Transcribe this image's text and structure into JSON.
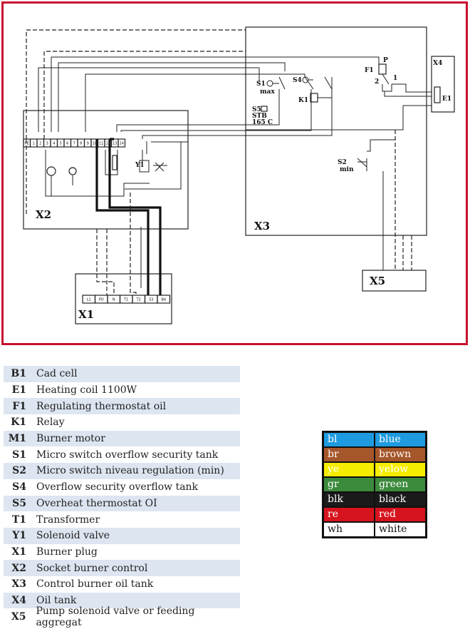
{
  "diagram": {
    "labels": {
      "X1": "X1",
      "X2": "X2",
      "X3": "X3",
      "X4": "X4",
      "X5": "X5",
      "E1": "E1",
      "F1": "F1",
      "P": "P",
      "F1_1": "1",
      "F1_2": "2",
      "S1": "S1",
      "S1_sub": "max",
      "S4": "S4",
      "K1": "K1",
      "S5": "S5",
      "S5_sub1": "STB",
      "S5_sub2": "165 C",
      "S2": "S2",
      "S2_sub": "min",
      "Y1": "Y1"
    },
    "terminals_x2": [
      "PE",
      "1",
      "2",
      "3",
      "4",
      "5",
      "6",
      "7",
      "8",
      "9",
      "10",
      "11",
      "12",
      "13",
      "14"
    ],
    "terminals_x1": [
      "L1",
      "PO",
      "N",
      "T1",
      "T2",
      "S3",
      "B4"
    ]
  },
  "legend": [
    {
      "code": "B1",
      "text": "Cad cell"
    },
    {
      "code": "E1",
      "text": "Heating coil 1100W"
    },
    {
      "code": "F1",
      "text": "Regulating thermostat oil"
    },
    {
      "code": "K1",
      "text": "Relay"
    },
    {
      "code": "M1",
      "text": "Burner motor"
    },
    {
      "code": "S1",
      "text": "Micro switch overflow security tank"
    },
    {
      "code": "S2",
      "text": "Micro switch niveau regulation (min)"
    },
    {
      "code": "S4",
      "text": "Overflow security overflow tank"
    },
    {
      "code": "S5",
      "text": "Overheat thermostat OI"
    },
    {
      "code": "T1",
      "text": "Transformer"
    },
    {
      "code": "Y1",
      "text": "Solenoid valve"
    },
    {
      "code": "X1",
      "text": "Burner plug"
    },
    {
      "code": "X2",
      "text": "Socket burner control"
    },
    {
      "code": "X3",
      "text": "Control burner oil tank"
    },
    {
      "code": "X4",
      "text": "Oil tank"
    },
    {
      "code": "X5",
      "text": "Pump solenoid valve or feeding aggregat"
    }
  ],
  "color_codes": [
    {
      "abbr": "bl",
      "name": "blue",
      "bg": "#1e9be0",
      "fg": "#ffffff"
    },
    {
      "abbr": "br",
      "name": "brown",
      "bg": "#a5562a",
      "fg": "#ffffff"
    },
    {
      "abbr": "ye",
      "name": "yelow",
      "bg": "#f5ec00",
      "fg": "#ffffff"
    },
    {
      "abbr": "gr",
      "name": "green",
      "bg": "#3c8a3c",
      "fg": "#ffffff"
    },
    {
      "abbr": "blk",
      "name": "black",
      "bg": "#1a1a1a",
      "fg": "#ffffff"
    },
    {
      "abbr": "re",
      "name": "red",
      "bg": "#d6141e",
      "fg": "#ffffff"
    },
    {
      "abbr": "wh",
      "name": "white",
      "bg": "#ffffff",
      "fg": "#111111"
    }
  ]
}
